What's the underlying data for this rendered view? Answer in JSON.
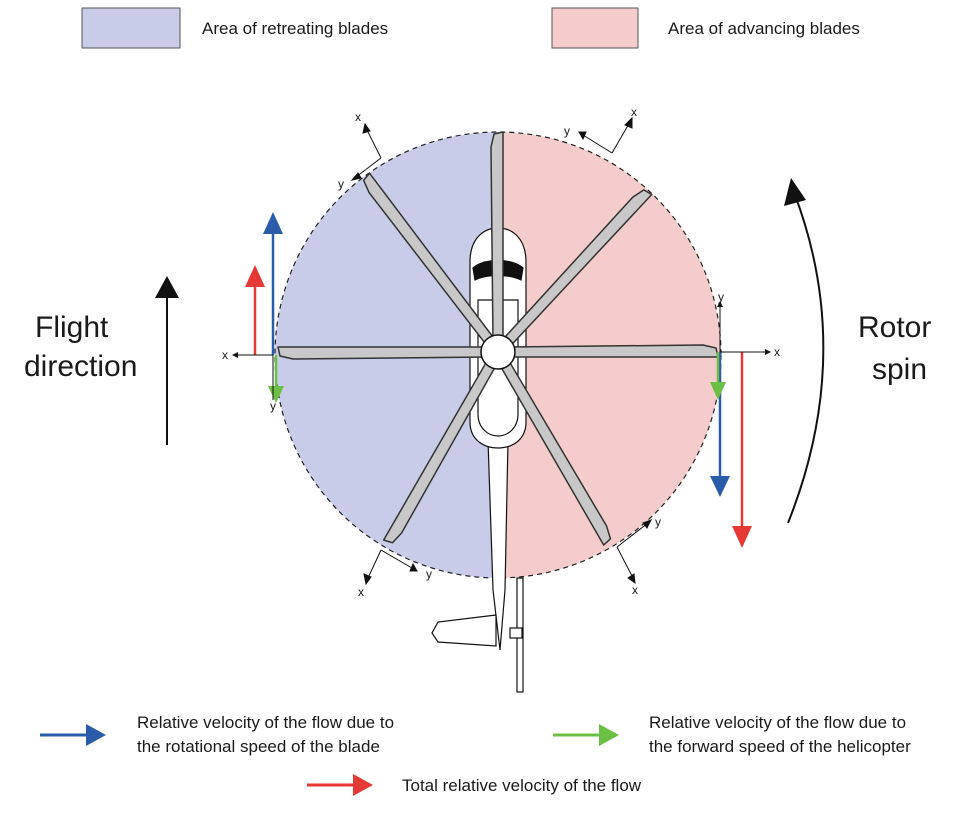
{
  "legend": {
    "retreating": {
      "label": "Area of retreating blades",
      "color": "#c8cce8"
    },
    "advancing": {
      "label": "Area of advancing blades",
      "color": "#f4cccc"
    }
  },
  "labels": {
    "flight_line1": "Flight",
    "flight_line2": "direction",
    "rotor_line1": "Rotor",
    "rotor_line2": "spin"
  },
  "axes": {
    "x": "x",
    "y": "y"
  },
  "arrow_legend": {
    "blue": {
      "line1": "Relative velocity of the flow due to",
      "line2": "the rotational speed of the blade",
      "color": "#2a5caa"
    },
    "green": {
      "line1": "Relative velocity of the flow due to",
      "line2": "the forward speed of the helicopter",
      "color": "#6cbf45"
    },
    "red": {
      "line1": "Total relative velocity of the flow",
      "color": "#e53935"
    }
  }
}
